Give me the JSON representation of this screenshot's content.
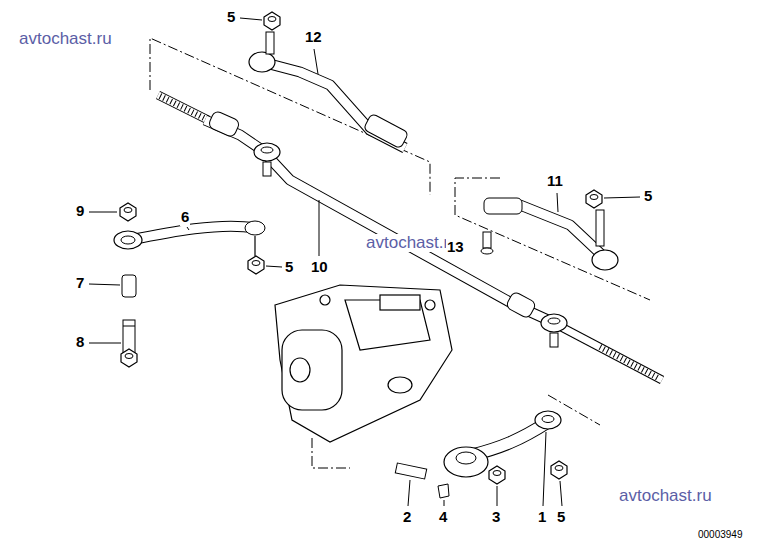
{
  "diagram": {
    "labels": [
      "avtochast.ru",
      "5",
      "12",
      "11",
      "5",
      "9",
      "6",
      "avtochast.ru",
      "13",
      "5",
      "10",
      "7",
      "8",
      "avtochast.ru",
      "2",
      "4",
      "3",
      "1",
      "5",
      "00003949"
    ]
  }
}
